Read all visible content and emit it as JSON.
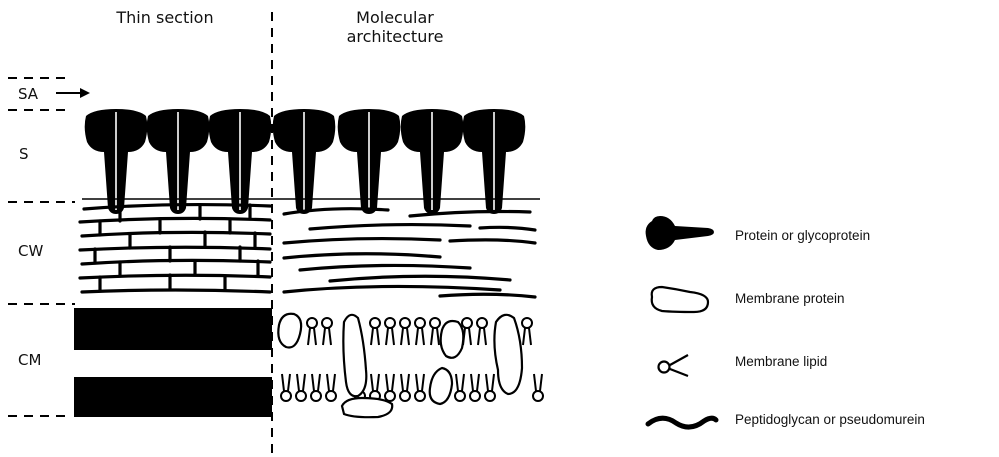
{
  "headers": {
    "left": "Thin section",
    "right_line1": "Molecular",
    "right_line2": "architecture"
  },
  "layers": {
    "sa": "SA",
    "s": "S",
    "cw": "CW",
    "cm": "CM"
  },
  "legend": {
    "protein": "Protein or glycoprotein",
    "membrane_protein": "Membrane protein",
    "membrane_lipid": "Membrane lipid",
    "peptidoglycan": "Peptidoglycan or pseudomurein"
  },
  "colors": {
    "ink": "#000000",
    "background": "#ffffff"
  }
}
